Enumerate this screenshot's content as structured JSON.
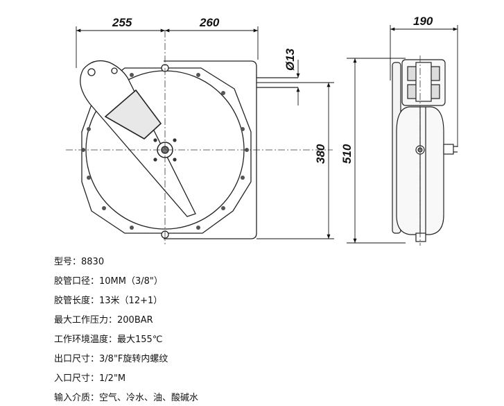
{
  "dimensions": {
    "width_left": "255",
    "width_right": "260",
    "hose_diameter": "Ø13",
    "bracket_height": "380",
    "total_height": "510",
    "depth": "190"
  },
  "specs": [
    {
      "label": "型号：",
      "value": "8830"
    },
    {
      "label": "胶管口径：",
      "value": "10MM（3/8\"）"
    },
    {
      "label": "胶管长度：",
      "value": "13米（12+1）"
    },
    {
      "label": "最大工作压力：",
      "value": "200BAR"
    },
    {
      "label": "工作环境温度：",
      "value": "最大155℃"
    },
    {
      "label": "出口尺寸：",
      "value": "3/8\"F旋转内螺纹"
    },
    {
      "label": "入口尺寸：",
      "value": "1/2\"M"
    },
    {
      "label": "输入介质：",
      "value": "空气、冷水、油、酸碱水"
    }
  ]
}
